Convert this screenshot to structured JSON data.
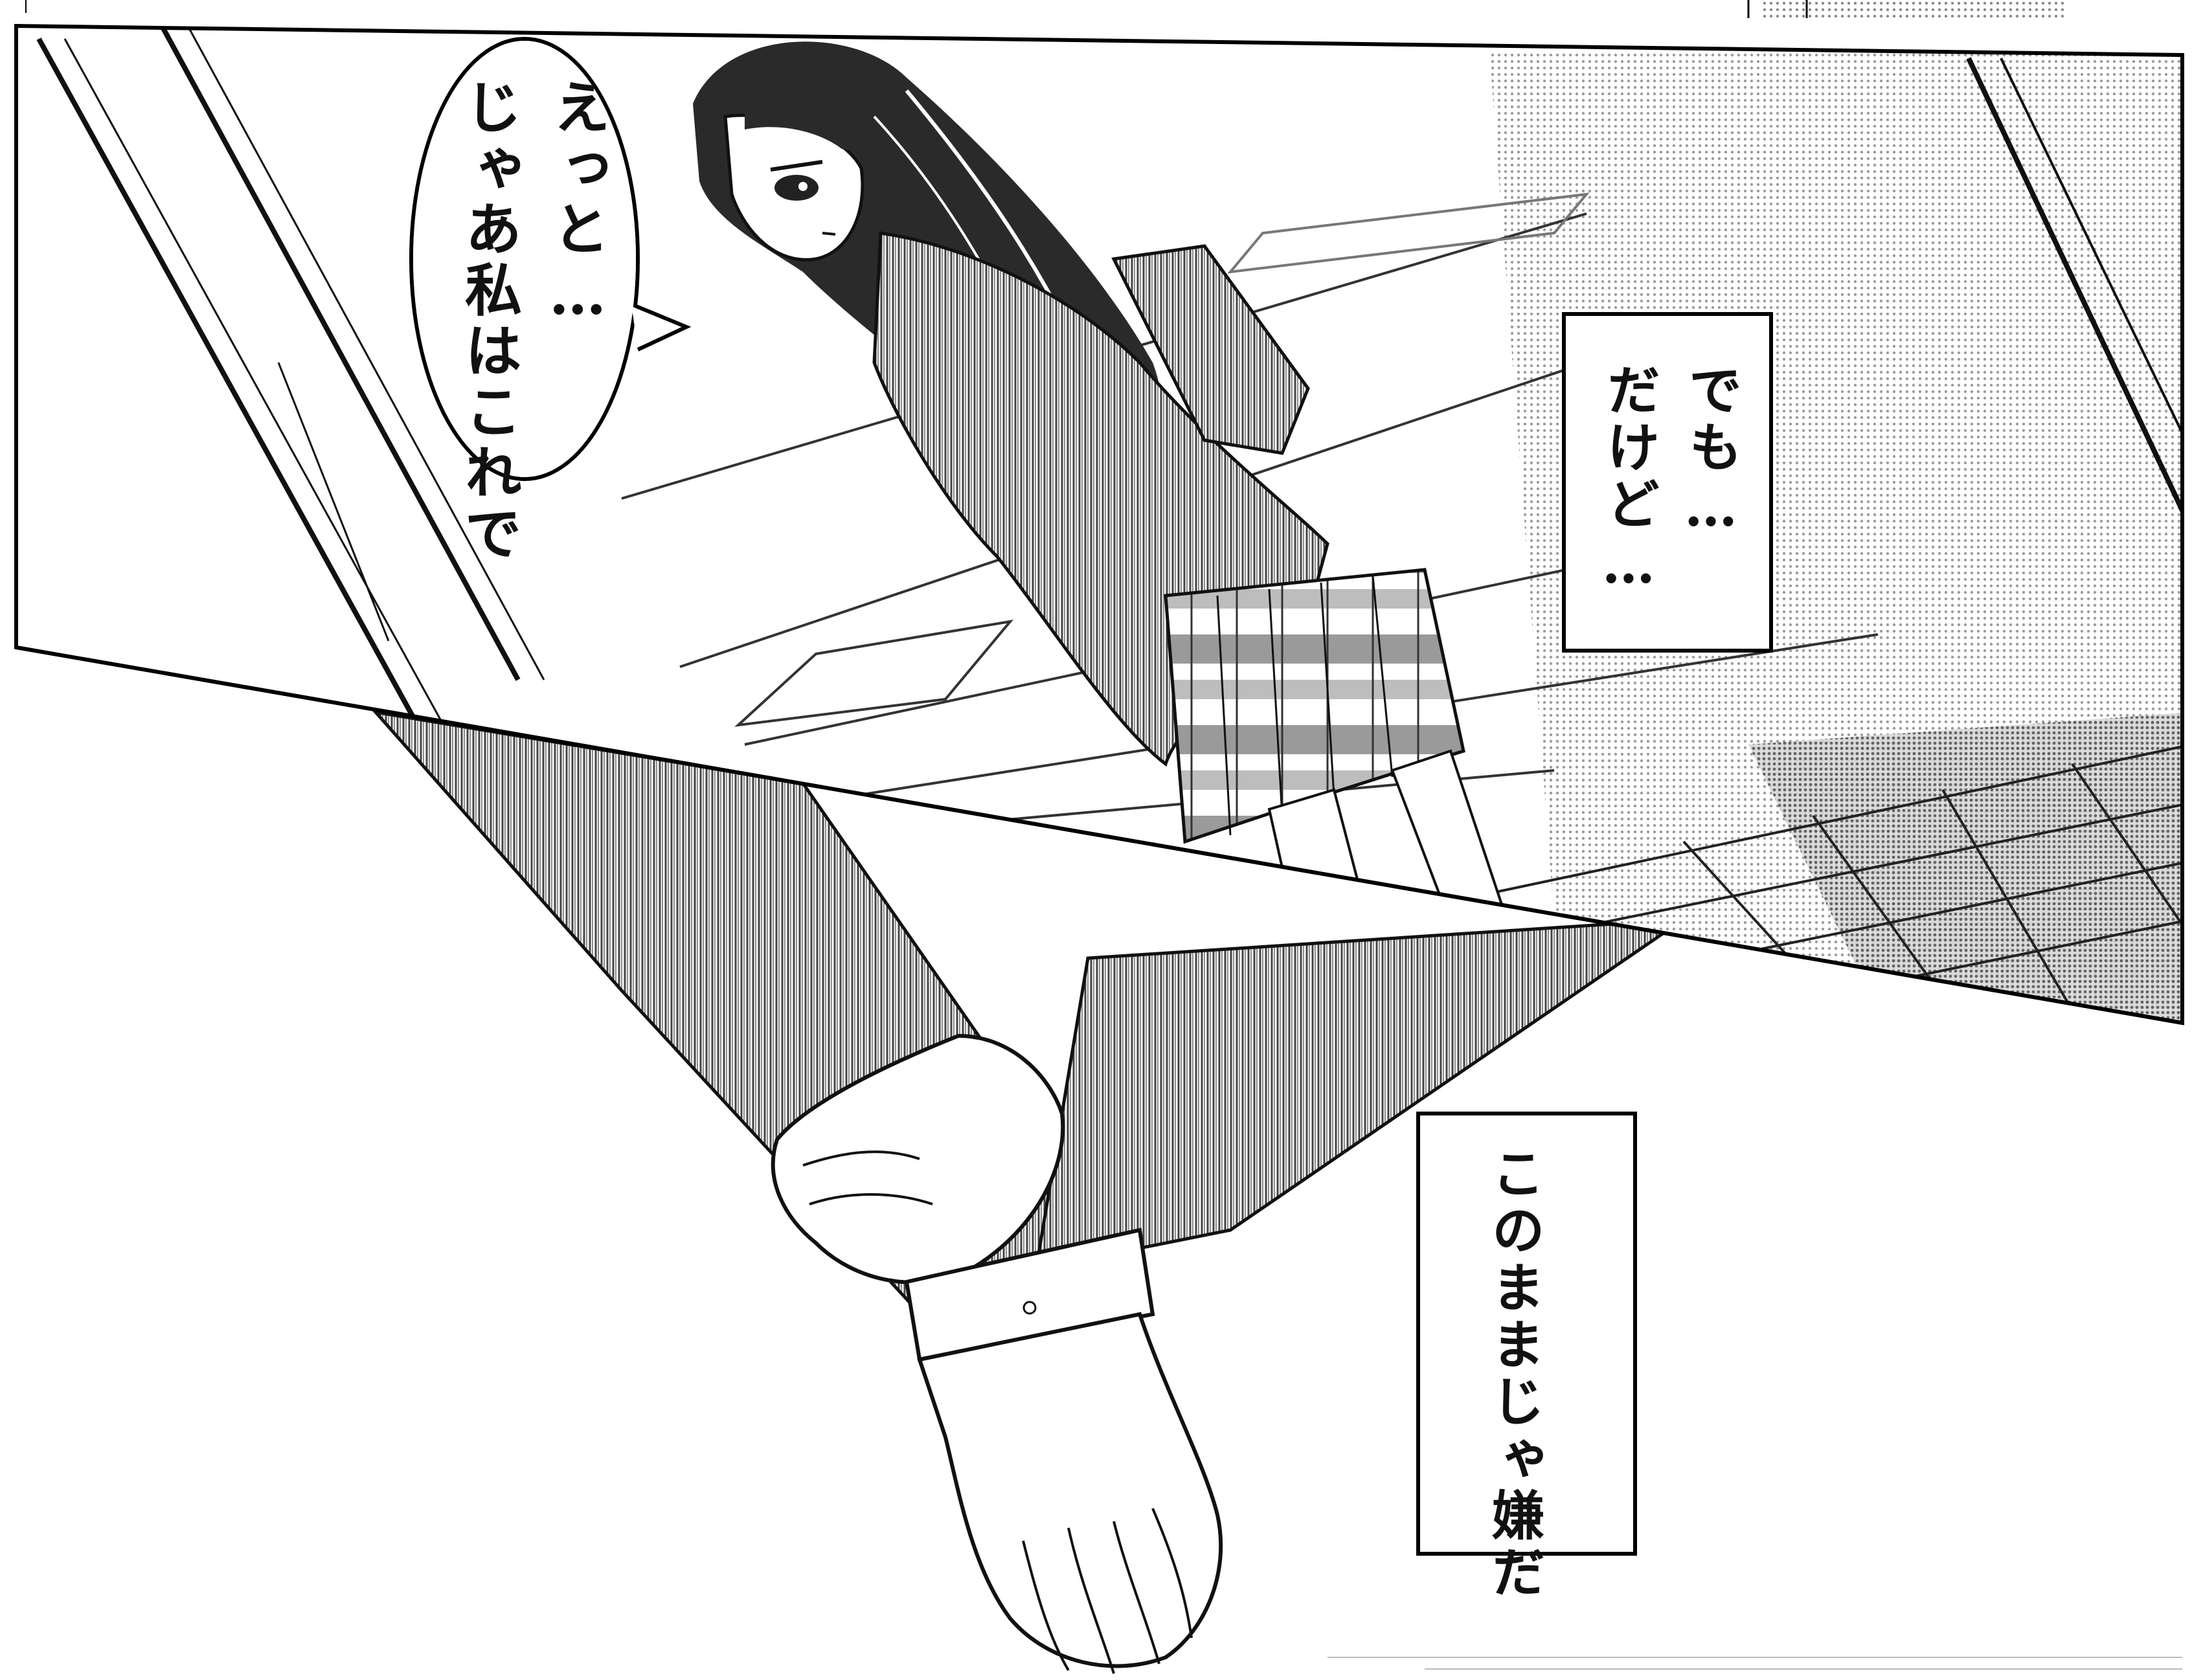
{
  "panels": {
    "top": {
      "speech_bubble": {
        "lines": "えっと…\nじゃあ私はこれで"
      },
      "narration_box": {
        "lines": "でも…\nだけど…"
      }
    },
    "bottom": {
      "narration_box": {
        "lines": "このままじゃ嫌だ"
      }
    }
  }
}
